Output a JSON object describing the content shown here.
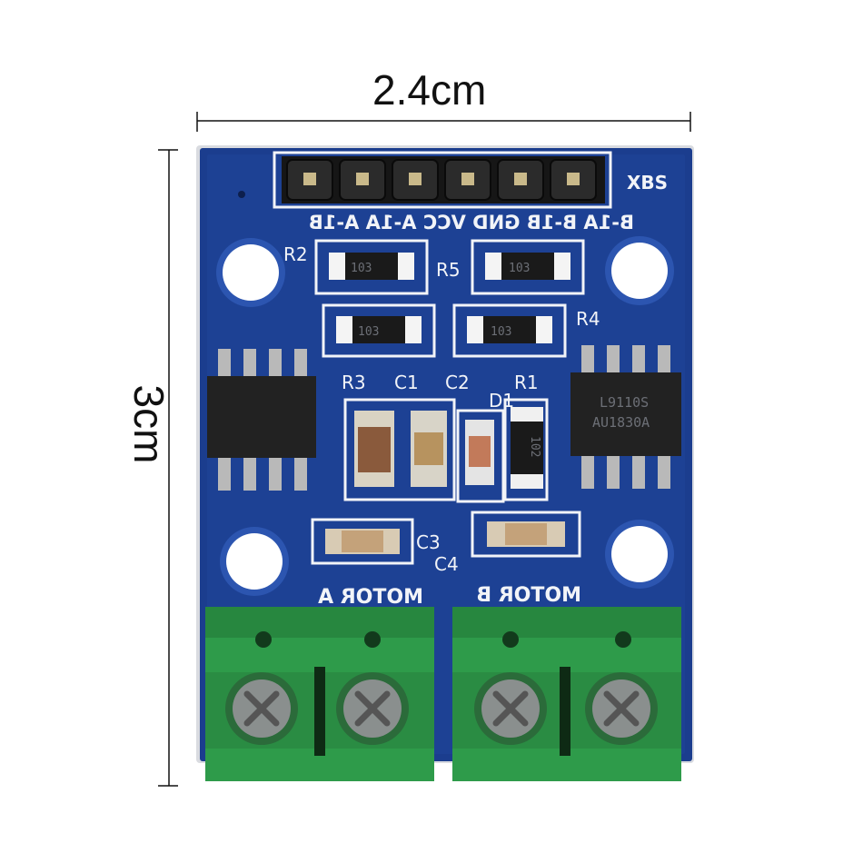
{
  "dimensions": {
    "width": "2.4cm",
    "height": "3cm"
  },
  "board": {
    "brand": "XBS",
    "header_labels": "B-1A B-1B GND VCC A-1A A-1B",
    "motor_a_label": "MOTOR A",
    "motor_b_label": "MOTOR B",
    "refs": {
      "r1": "R1",
      "r2": "R2",
      "r3": "R3",
      "r4": "R4",
      "r5": "R5",
      "c1": "C1",
      "c2": "C2",
      "c3": "C3",
      "c4": "C4",
      "d1": "D1"
    },
    "resistor_code": "103",
    "r1_code": "102",
    "chip_text_1": "L9110S",
    "chip_text_2": "AU1830A"
  },
  "colors": {
    "pcb": "#1b3d8e",
    "terminal": "#2e9b4a",
    "silkscreen": "#f2f4f8"
  }
}
